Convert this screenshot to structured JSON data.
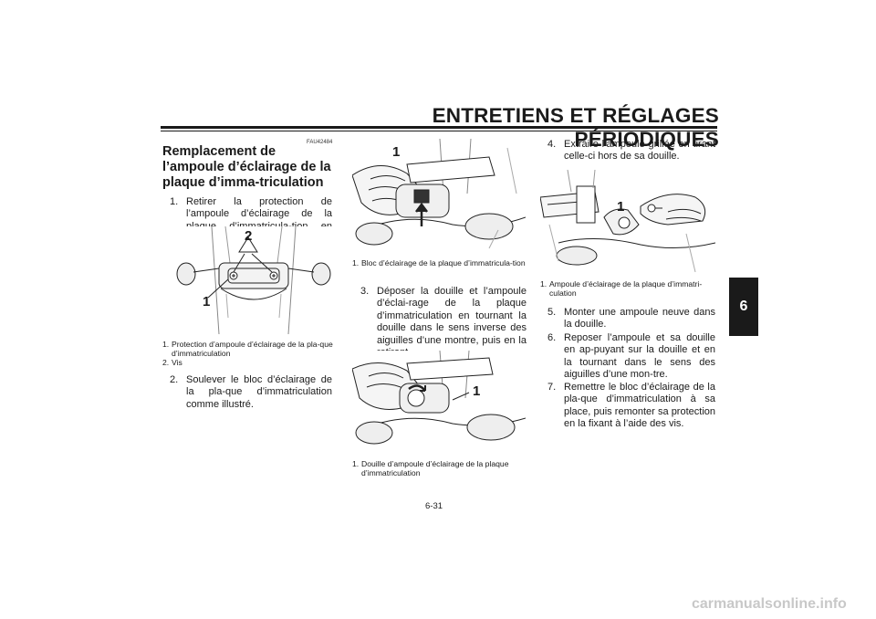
{
  "header": {
    "title": "ENTRETIENS ET RÉGLAGES PÉRIODIQUES",
    "chapter_tab": "6"
  },
  "left": {
    "code": "FAU42484",
    "title": "Remplacement de l’ampoule d’éclairage de la plaque d’imma-triculation",
    "step1": {
      "num": "1.",
      "text": "Retirer la protection de l’ampoule d’éclairage de la plaque d’immatricula-tion en enlevant ses vis."
    },
    "figure_callouts": {
      "a": "1",
      "b": "2"
    },
    "captions": [
      {
        "num": "1.",
        "text": "Protection d’ampoule d’éclairage de la pla-que d’immatriculation"
      },
      {
        "num": "2.",
        "text": "Vis"
      }
    ],
    "step2": {
      "num": "2.",
      "text": "Soulever le bloc d’éclairage de la pla-que d’immatriculation comme illustré."
    }
  },
  "middle": {
    "fig1_callout": "1",
    "fig1_caption": {
      "num": "1.",
      "text": "Bloc d’éclairage de la plaque d’immatricula-tion"
    },
    "step3": {
      "num": "3.",
      "text": "Déposer la douille et l’ampoule d’éclai-rage de la plaque d’immatriculation en tournant la douille dans le sens inverse des aiguilles d’une montre, puis en la retirant."
    },
    "fig2_callout": "1",
    "fig2_caption": {
      "num": "1.",
      "text": "Douille d’ampoule d’éclairage de la plaque d’immatriculation"
    }
  },
  "right": {
    "step4": {
      "num": "4.",
      "text": "Extraire l’ampoule grillée en tirant celle-ci hors de sa douille."
    },
    "fig_callout": "1",
    "fig_caption": {
      "num": "1.",
      "text": "Ampoule d’éclairage de la plaque d’immatri-culation"
    },
    "step5": {
      "num": "5.",
      "text": "Monter une ampoule neuve dans la douille."
    },
    "step6": {
      "num": "6.",
      "text": "Reposer l’ampoule et sa douille en ap-puyant sur la douille et en la tournant dans le sens des aiguilles d’une mon-tre."
    },
    "step7": {
      "num": "7.",
      "text": "Remettre le bloc d’éclairage de la pla-que d’immatriculation à sa place, puis remonter sa protection en la fixant à l’aide des vis."
    }
  },
  "footer": {
    "page_number": "6-31",
    "watermark": "carmanualsonline.info"
  }
}
